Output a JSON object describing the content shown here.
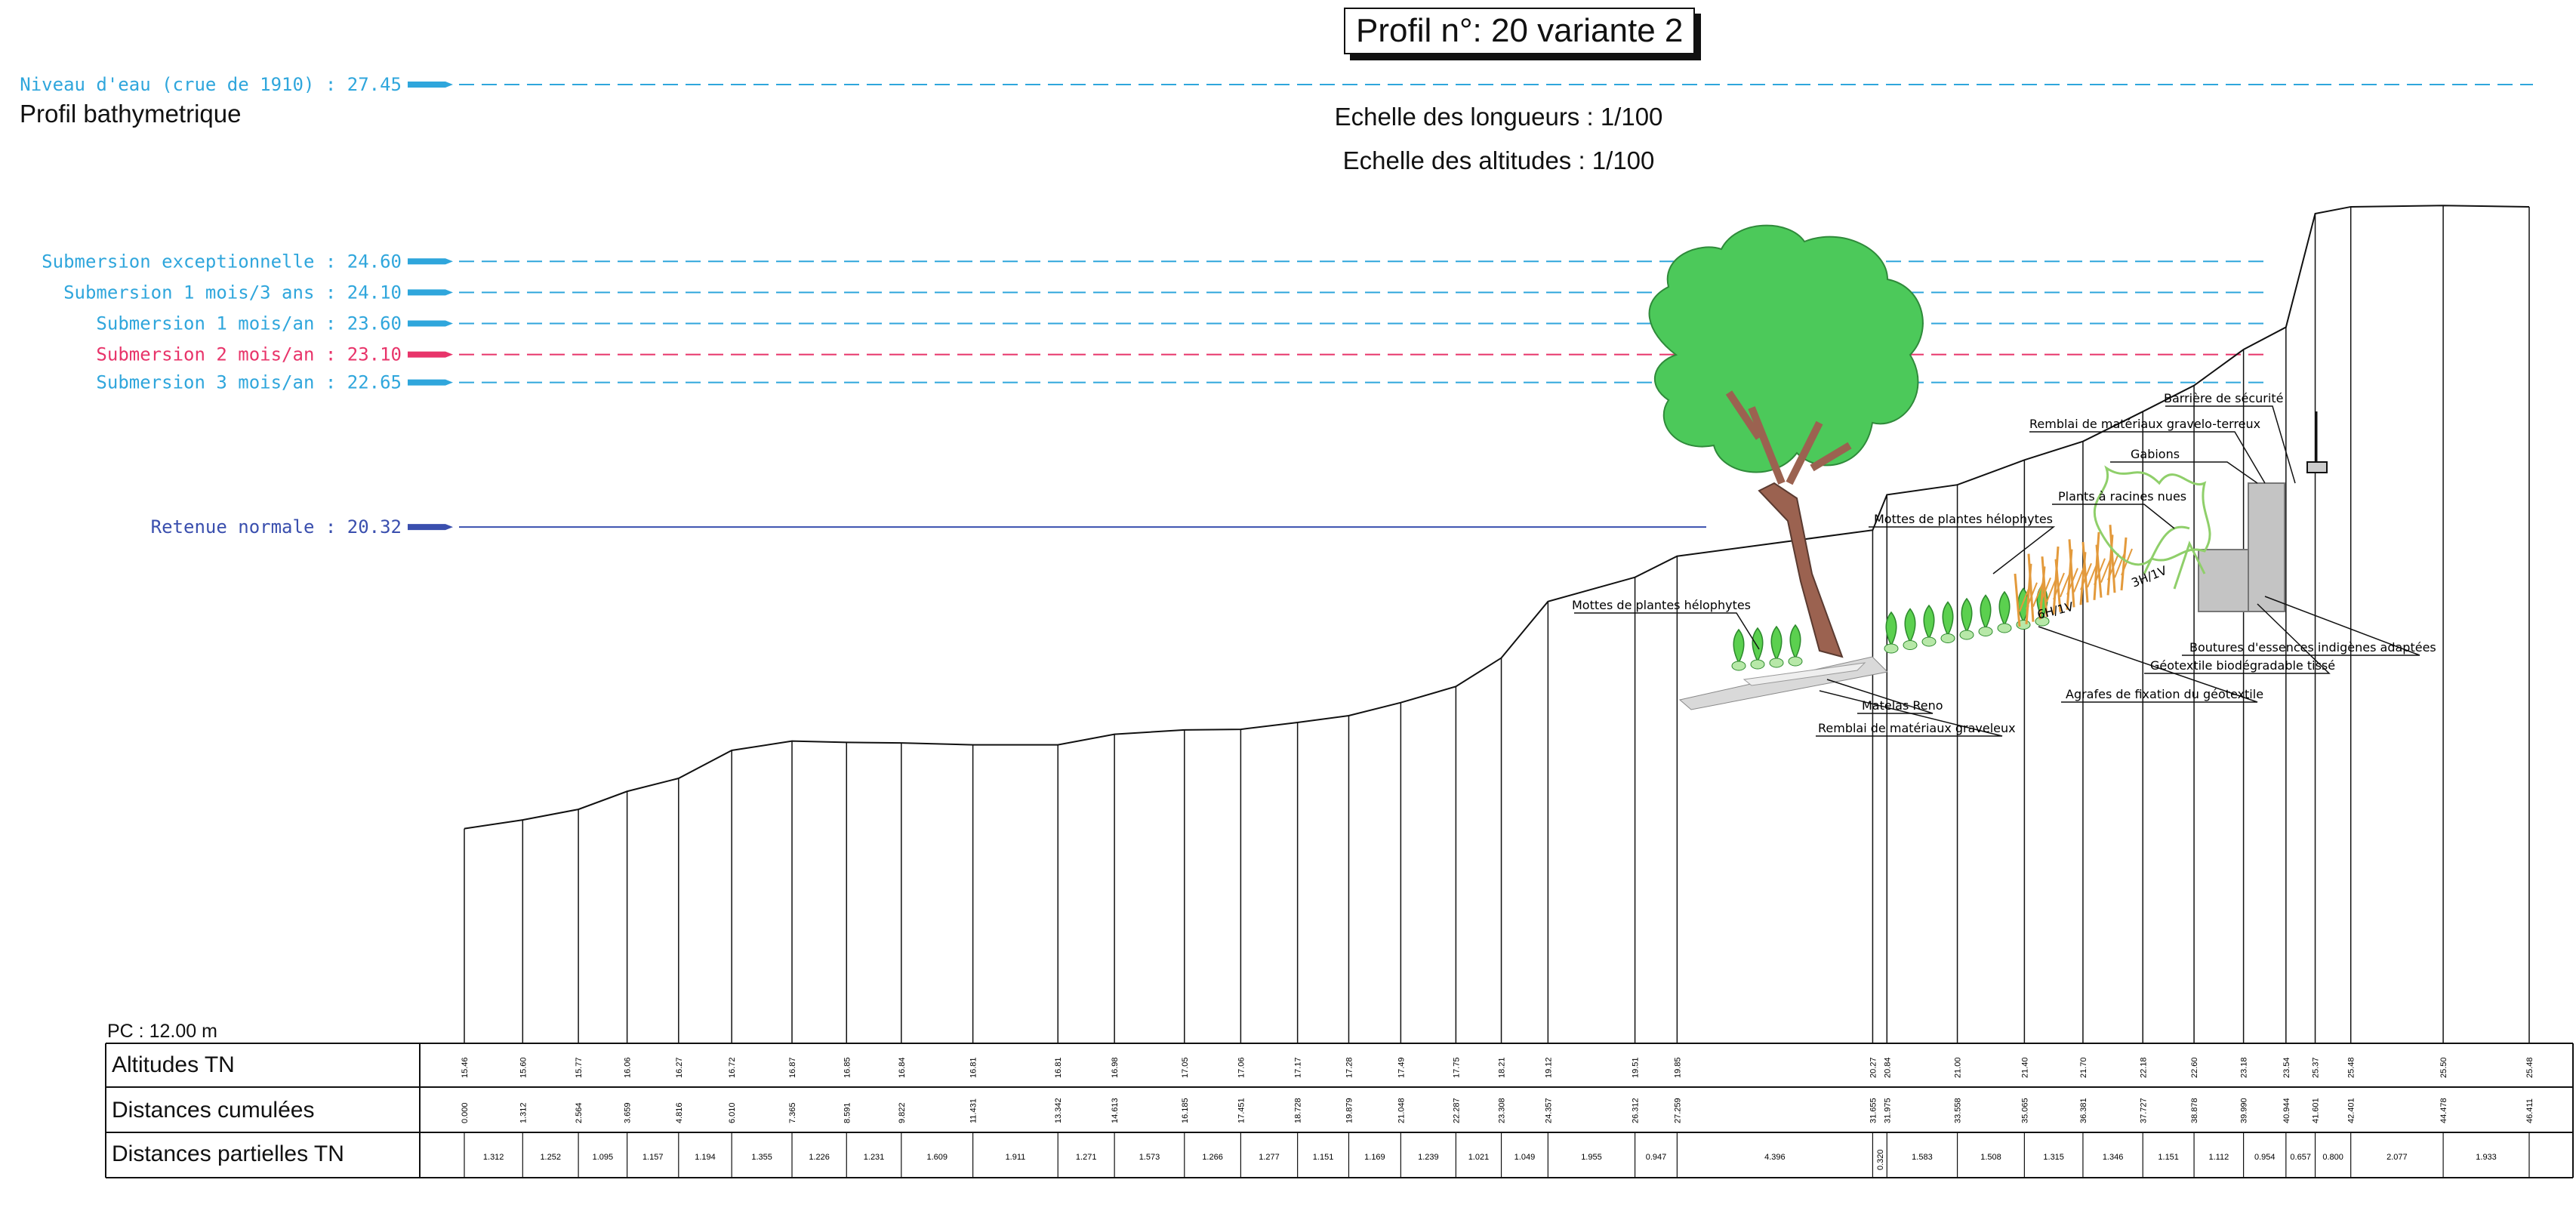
{
  "header": {
    "title": "Profil n°: 20 variante 2",
    "left_label": "Profil bathymetrique",
    "scale_lengths": "Echelle des longueurs : 1/100",
    "scale_altitudes": "Echelle des altitudes : 1/100"
  },
  "pc_label": "PC : 12.00 m",
  "table": {
    "row_altitudes": "Altitudes TN",
    "row_cumulative": "Distances cumulées",
    "row_partial": "Distances partielles TN"
  },
  "water_levels": [
    {
      "label": "Niveau d'eau (crue de 1910) : 27.45",
      "value": 27.45,
      "color": "#2fa6dc"
    },
    {
      "label": "Submersion exceptionnelle : 24.60",
      "value": 24.6,
      "color": "#2fa6dc"
    },
    {
      "label": "Submersion 1 mois/3 ans : 24.10",
      "value": 24.1,
      "color": "#2fa6dc"
    },
    {
      "label": "Submersion 1 mois/an : 23.60",
      "value": 23.6,
      "color": "#2fa6dc"
    },
    {
      "label": "Submersion 2 mois/an : 23.10",
      "value": 23.1,
      "color": "#e8346a"
    },
    {
      "label": "Submersion 3 mois/an : 22.65",
      "value": 22.65,
      "color": "#2fa6dc"
    },
    {
      "label": "Retenue normale : 20.32",
      "value": 20.32,
      "color": "#3a4fae"
    }
  ],
  "annotations": {
    "barriere": "Barrière de sécurité",
    "remblai_gravelo": "Remblai de matériaux gravelo-terreux",
    "gabions": "Gabions",
    "plants": "Plants à racines nues",
    "mottes_upper": "Mottes de plantes hélophytes",
    "mottes_lower": "Mottes de plantes hélophytes",
    "boutures": "Boutures d'essences indigènes adaptées",
    "geotextile": "Géotextile biodégradable tissé",
    "agrafes": "Agrafes de fixation du géotextile",
    "matelas": "Matelas Reno",
    "remblai_graveleux": "Remblai de matériaux graveleux",
    "slope_6h": "6H/1V",
    "slope_3h": "3H/1V"
  },
  "chart_data": {
    "type": "table",
    "stations": [
      {
        "alt": "15.46",
        "cum": "0.000"
      },
      {
        "alt": "15.60",
        "cum": "1.312"
      },
      {
        "alt": "15.77",
        "cum": "2.564"
      },
      {
        "alt": "16.06",
        "cum": "3.659"
      },
      {
        "alt": "16.27",
        "cum": "4.816"
      },
      {
        "alt": "16.72",
        "cum": "6.010"
      },
      {
        "alt": "16.87",
        "cum": "7.365"
      },
      {
        "alt": "16.85",
        "cum": "8.591"
      },
      {
        "alt": "16.84",
        "cum": "9.822"
      },
      {
        "alt": "16.81",
        "cum": "11.431"
      },
      {
        "alt": "16.81",
        "cum": "13.342"
      },
      {
        "alt": "16.98",
        "cum": "14.613"
      },
      {
        "alt": "17.05",
        "cum": "16.185"
      },
      {
        "alt": "17.06",
        "cum": "17.451"
      },
      {
        "alt": "17.17",
        "cum": "18.728"
      },
      {
        "alt": "17.28",
        "cum": "19.879"
      },
      {
        "alt": "17.49",
        "cum": "21.048"
      },
      {
        "alt": "17.75",
        "cum": "22.287"
      },
      {
        "alt": "18.21",
        "cum": "23.308"
      },
      {
        "alt": "19.12",
        "cum": "24.357"
      },
      {
        "alt": "19.51",
        "cum": "26.312"
      },
      {
        "alt": "19.85",
        "cum": "27.259"
      },
      {
        "alt": "20.27",
        "cum": "31.655"
      },
      {
        "alt": "20.84",
        "cum": "31.975"
      },
      {
        "alt": "21.00",
        "cum": "33.558"
      },
      {
        "alt": "21.40",
        "cum": "35.065"
      },
      {
        "alt": "21.70",
        "cum": "36.381"
      },
      {
        "alt": "22.18",
        "cum": "37.727"
      },
      {
        "alt": "22.60",
        "cum": "38.878"
      },
      {
        "alt": "23.18",
        "cum": "39.990"
      },
      {
        "alt": "23.54",
        "cum": "40.944"
      },
      {
        "alt": "25.37",
        "cum": "41.601"
      },
      {
        "alt": "25.48",
        "cum": "42.401"
      },
      {
        "alt": "25.50",
        "cum": "44.478"
      },
      {
        "alt": "25.48",
        "cum": "46.411"
      }
    ],
    "partials": [
      "1.312",
      "1.252",
      "1.095",
      "1.157",
      "1.194",
      "1.355",
      "1.226",
      "1.231",
      "1.609",
      "1.911",
      "1.271",
      "1.573",
      "1.266",
      "1.277",
      "1.151",
      "1.169",
      "1.239",
      "1.021",
      "1.049",
      "1.955",
      "0.947",
      "4.396",
      "0.320",
      "1.583",
      "1.508",
      "1.315",
      "1.346",
      "1.151",
      "1.112",
      "0.954",
      "0.657",
      "0.800",
      "2.077",
      "1.933"
    ]
  },
  "colors": {
    "tree_canopy": "#4cc95a",
    "tree_trunk": "#9b6250",
    "reeds": "#e39a3c",
    "shrubs": "#8fcf6a",
    "gabion": "#bfbfbf",
    "water": "#2fa6dc",
    "retenue": "#3a4fae"
  }
}
